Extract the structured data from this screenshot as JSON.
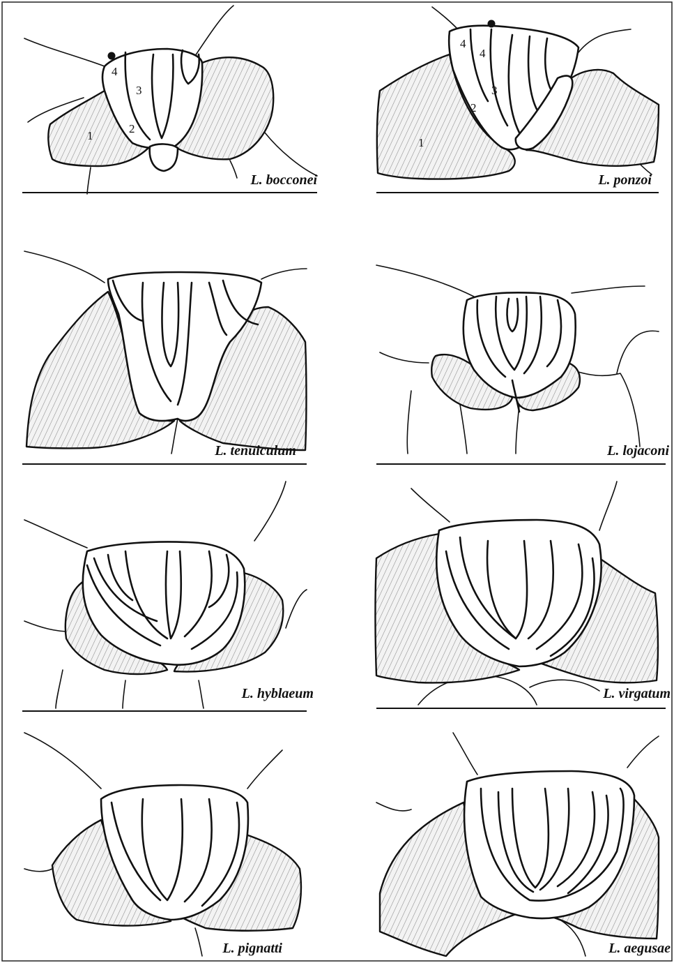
{
  "figure": {
    "panels": [
      {
        "species": "L. bocconei",
        "numbers": [
          "1",
          "2",
          "3",
          "4"
        ]
      },
      {
        "species": "L. ponzoi",
        "numbers": [
          "1",
          "2",
          "3",
          "4",
          "4"
        ]
      },
      {
        "species": "L. tenuiculum"
      },
      {
        "species": "L. lojaconi"
      },
      {
        "species": "L. hyblaeum"
      },
      {
        "species": "L. virgatum"
      },
      {
        "species": "L. pignatti"
      },
      {
        "species": "L. aegusae"
      }
    ]
  }
}
